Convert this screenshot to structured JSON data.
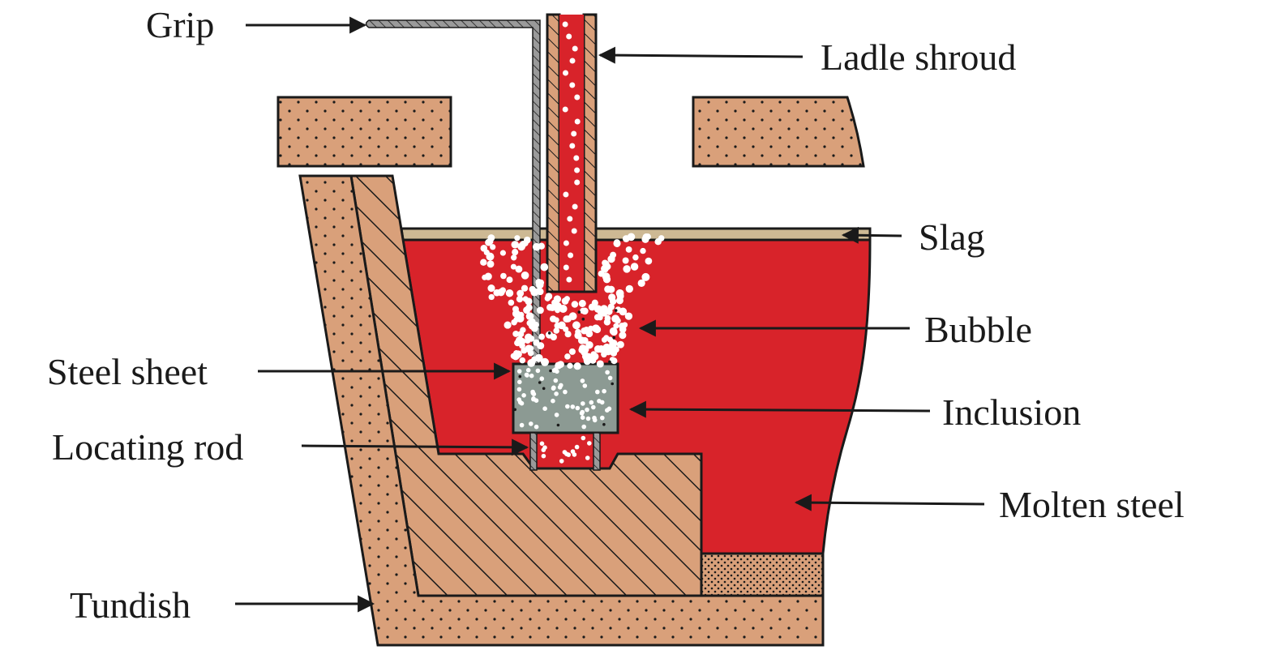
{
  "labels": {
    "grip": "Grip",
    "ladle_shroud": "Ladle shroud",
    "slag": "Slag",
    "bubble": "Bubble",
    "steel_sheet": "Steel sheet",
    "inclusion": "Inclusion",
    "locating_rod": "Locating rod",
    "molten_steel": "Molten steel",
    "tundish": "Tundish"
  },
  "colors": {
    "refractory": "#d9a07a",
    "molten_steel": "#d8232a",
    "slag": "#cdb994",
    "steel_sheet": "#8c9a93",
    "grip_metal": "#9a9a9a",
    "bubble": "#ffffff",
    "outline": "#1a1a1a"
  }
}
